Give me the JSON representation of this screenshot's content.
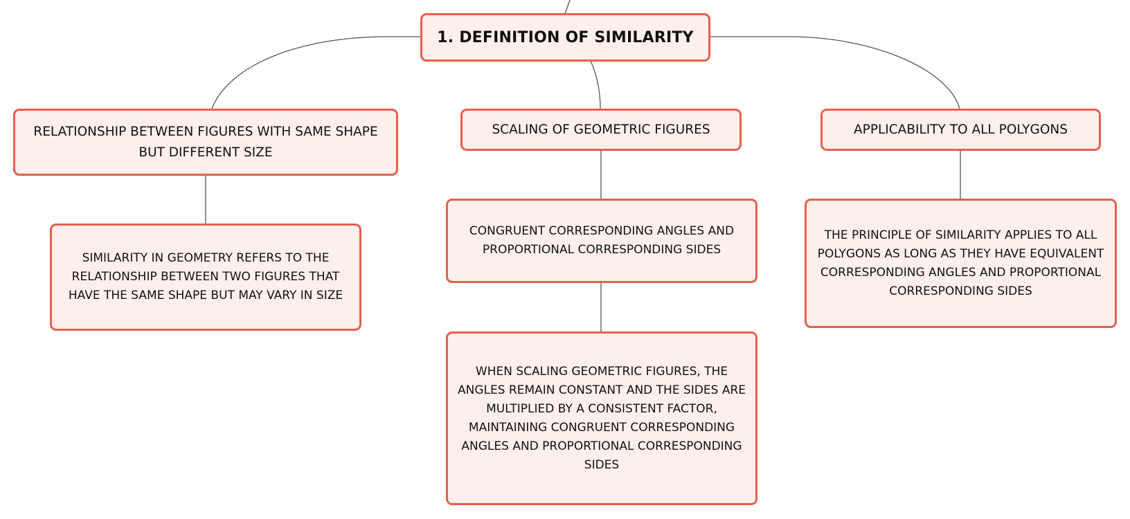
{
  "diagram": {
    "root": {
      "label": "1. DEFINITION OF SIMILARITY"
    },
    "branches": [
      {
        "label": "RELATIONSHIP BETWEEN FIGURES WITH SAME SHAPE BUT DIFFERENT SIZE",
        "children": [
          {
            "label": "SIMILARITY IN GEOMETRY REFERS TO THE RELATIONSHIP BETWEEN TWO FIGURES THAT HAVE THE SAME SHAPE BUT MAY VARY IN SIZE"
          }
        ]
      },
      {
        "label": "SCALING OF GEOMETRIC FIGURES",
        "children": [
          {
            "label": "CONGRUENT CORRESPONDING ANGLES AND PROPORTIONAL CORRESPONDING SIDES",
            "children": [
              {
                "label": "WHEN SCALING GEOMETRIC FIGURES, THE ANGLES REMAIN CONSTANT AND THE SIDES ARE MULTIPLIED BY A CONSISTENT FACTOR, MAINTAINING CONGRUENT CORRESPONDING ANGLES AND PROPORTIONAL CORRESPONDING SIDES"
              }
            ]
          }
        ]
      },
      {
        "label": "APPLICABILITY TO ALL POLYGONS",
        "children": [
          {
            "label": "THE PRINCIPLE OF SIMILARITY APPLIES TO ALL POLYGONS AS LONG AS THEY HAVE EQUIVALENT CORRESPONDING ANGLES AND PROPORTIONAL CORRESPONDING SIDES"
          }
        ]
      }
    ]
  },
  "colors": {
    "node_fill": "#fdefeb",
    "node_border": "#e5604e",
    "connector": "#555555",
    "text": "#111111"
  }
}
